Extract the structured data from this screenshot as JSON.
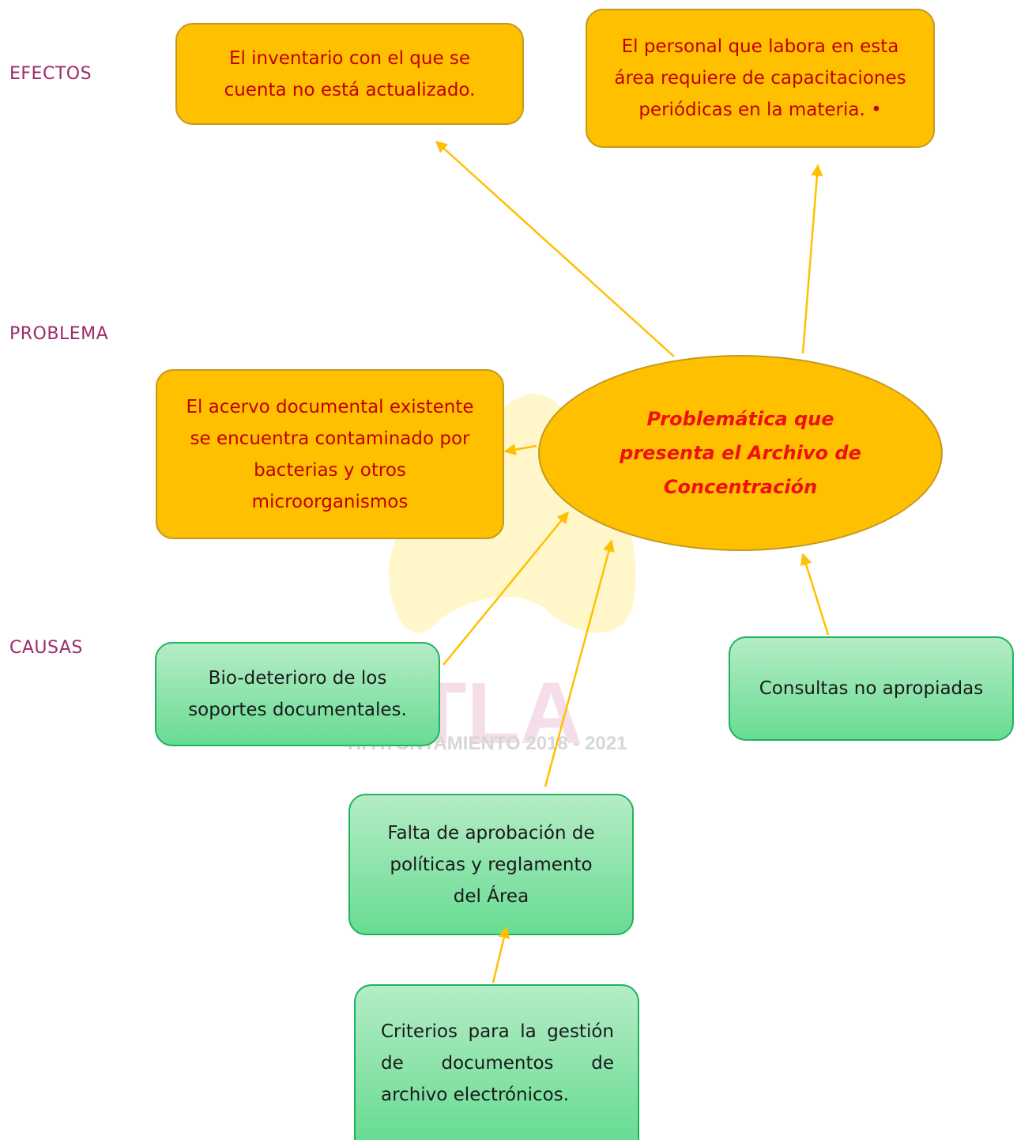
{
  "labels": {
    "effects": "EFECTOS",
    "problem": "PROBLEMA",
    "causes": "CAUSAS"
  },
  "effects": [
    "El inventario con el que se cuenta no está actualizado.",
    "El personal que labora en esta área requiere de capacitaciones periódicas en la materia. •"
  ],
  "problem_effect": "El acervo documental existente se encuentra contaminado por bacterias y otros microorganismos",
  "central_problem": "Problemática que presenta el Archivo de Concentración",
  "causes": [
    "Bio-deterioro de los soportes documentales.",
    "Consultas no apropiadas",
    "Falta de aprobación de políticas y reglamento del Área",
    "Criterios para la gestión de documentos de archivo electrónicos."
  ],
  "watermark": {
    "logo_text": "XTLA",
    "subtitle": "H. AYUNTAMIENTO 2018 - 2021"
  },
  "colors": {
    "effect_fill": "#ffc000",
    "effect_text": "#c00000",
    "central_text": "#ee1111",
    "cause_fill_top": "#b5ecc6",
    "cause_fill_bottom": "#68dc93",
    "arrow": "#ffc000",
    "section_label": "#9b2b6a"
  }
}
